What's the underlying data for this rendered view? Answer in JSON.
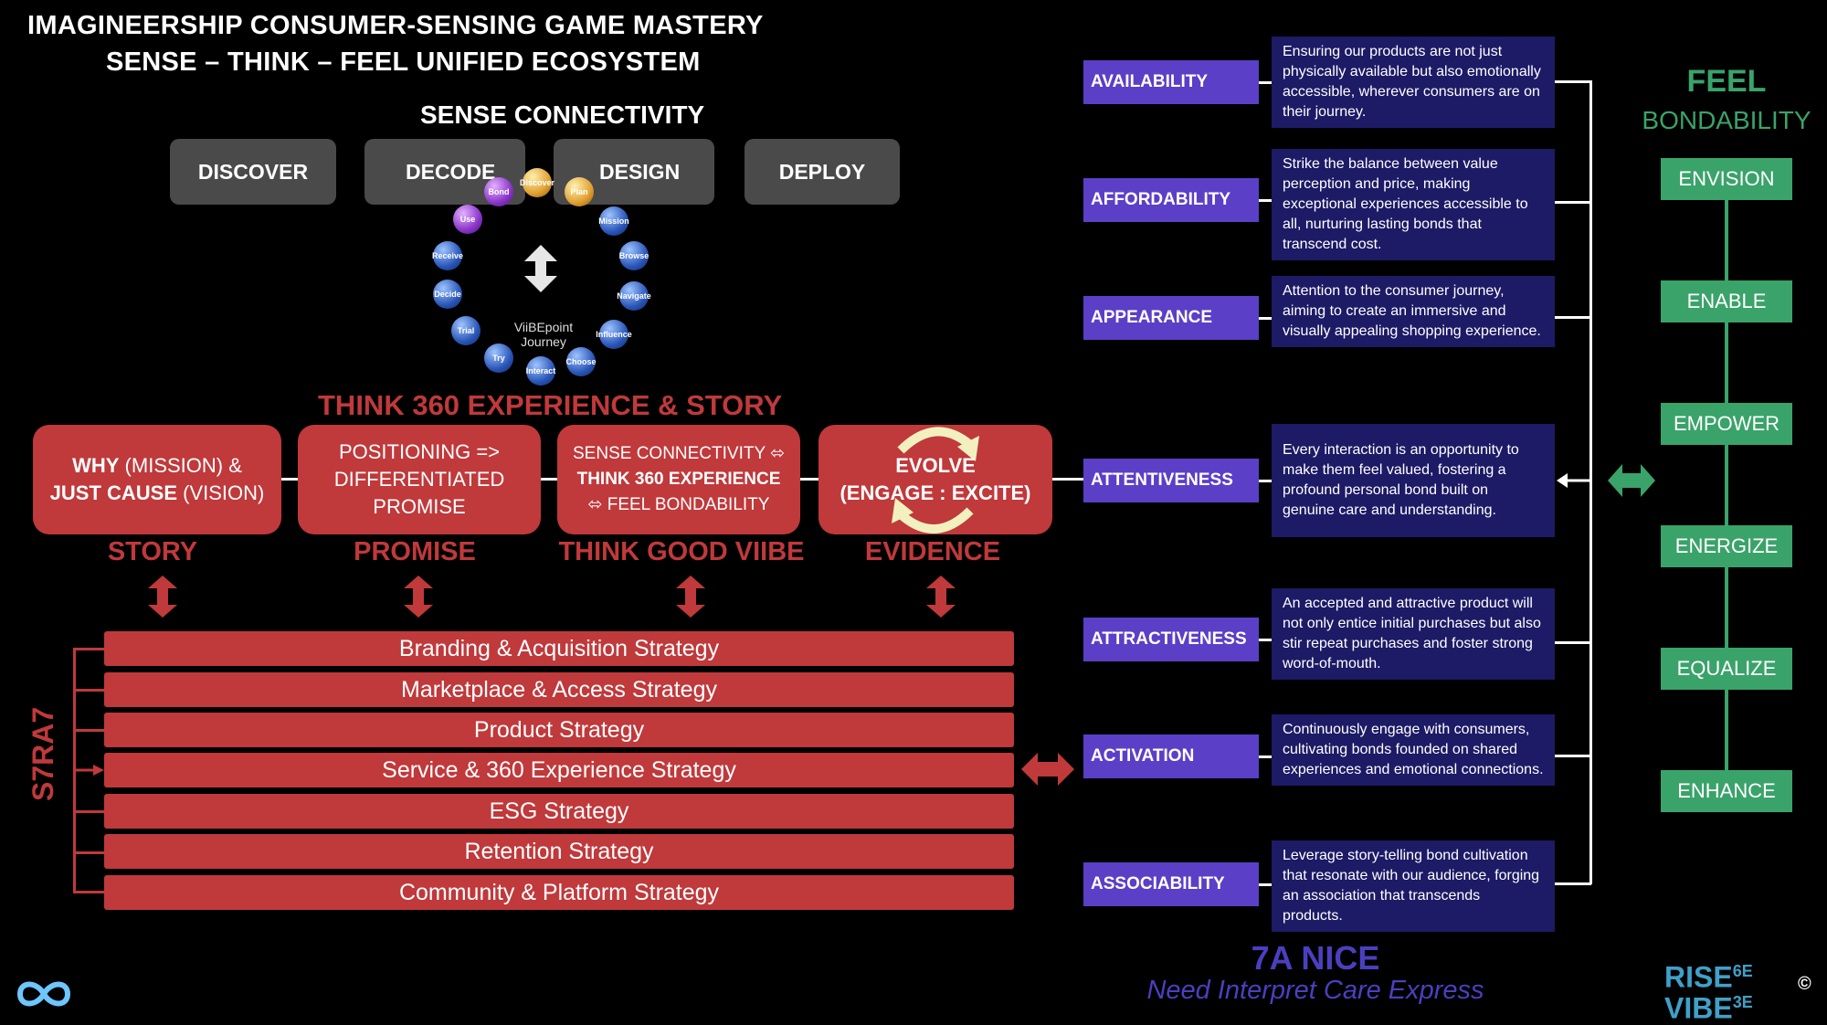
{
  "header": {
    "title_line1": "IMAGINEERSHIP CONSUMER-SENSING GAME MASTERY",
    "title_line2": "SENSE – THINK – FEEL UNIFIED ECOSYSTEM"
  },
  "sense": {
    "heading": "SENSE CONNECTIVITY",
    "buttons": [
      "DISCOVER",
      "DECODE",
      "DESIGN",
      "DEPLOY"
    ],
    "journey": {
      "label1": "ViiBEpoint",
      "label2": "Journey",
      "steps": [
        "Bond",
        "Discover",
        "Plan",
        "Mission",
        "Browse",
        "Navigate",
        "Influence",
        "Choose",
        "Interact",
        "Try",
        "Trial",
        "Decide",
        "Receive",
        "Use"
      ]
    }
  },
  "think": {
    "heading": "THINK 360 EXPERIENCE & STORY",
    "boxes": [
      {
        "line1_bold": "WHY",
        "line1_rest": " (MISSION) &",
        "line2_bold": "JUST CAUSE",
        "line2_rest": " (VISION)"
      },
      {
        "line1": "POSITIONING =>",
        "line2": "DIFFERENTIATED",
        "line3": "PROMISE"
      },
      {
        "line1": "SENSE CONNECTIVITY ⬄",
        "line2": "THINK 360 EXPERIENCE",
        "line3": "⬄ FEEL BONDABILITY"
      },
      {
        "line1": "EVOLVE",
        "line2": "(ENGAGE : EXCITE)"
      }
    ],
    "labels": [
      "STORY",
      "PROMISE",
      "THINK GOOD VIIBE",
      "EVIDENCE"
    ]
  },
  "s7ra7": {
    "label": "S7RA7",
    "strategies": [
      "Branding & Acquisition Strategy",
      "Marketplace & Access Strategy",
      "Product Strategy",
      "Service & 360 Experience Strategy",
      "ESG Strategy",
      "Retention Strategy",
      "Community & Platform Strategy"
    ]
  },
  "nice": {
    "items": [
      {
        "tag": "AVAILABILITY",
        "desc": "Ensuring our products are not just physically available but also emotionally accessible, wherever consumers are on their journey."
      },
      {
        "tag": "AFFORDABILITY",
        "desc": "Strike the balance between value perception and price, making exceptional experiences accessible to all, nurturing lasting bonds that transcend cost."
      },
      {
        "tag": "APPEARANCE",
        "desc": "Attention to the consumer journey, aiming to create an immersive and visually appealing shopping experience."
      },
      {
        "tag": "ATTENTIVENESS",
        "desc": "Every interaction is an opportunity to make them feel valued, fostering a profound personal bond built on genuine care and understanding."
      },
      {
        "tag": "ATTRACTIVENESS",
        "desc": "An accepted and attractive product will not only entice initial purchases but also stir repeat purchases and foster strong word-of-mouth."
      },
      {
        "tag": "ACTIVATION",
        "desc": "Continuously engage with consumers, cultivating bonds founded on shared experiences and emotional connections."
      },
      {
        "tag": "ASSOCIABILITY",
        "desc": "Leverage story-telling bond cultivation that resonate with our audience, forging an association that transcends products."
      }
    ],
    "title": "7A NICE",
    "subtitle": "Need Interpret Care Express"
  },
  "feel": {
    "title": "FEEL",
    "subtitle": "BONDABILITY",
    "items": [
      "ENVISION",
      "ENABLE",
      "EMPOWER",
      "ENERGIZE",
      "EQUALIZE",
      "ENHANCE"
    ]
  },
  "logo": {
    "line1": "RISE",
    "line1_sup": "6E",
    "line2": "VIBE",
    "line2_sup": "3E",
    "copyright": "©"
  },
  "colors": {
    "red": "#c0393b",
    "purple": "#5b3fc7",
    "navy": "#1d1a66",
    "green": "#3aa36a",
    "grey": "#4a4a4a"
  }
}
